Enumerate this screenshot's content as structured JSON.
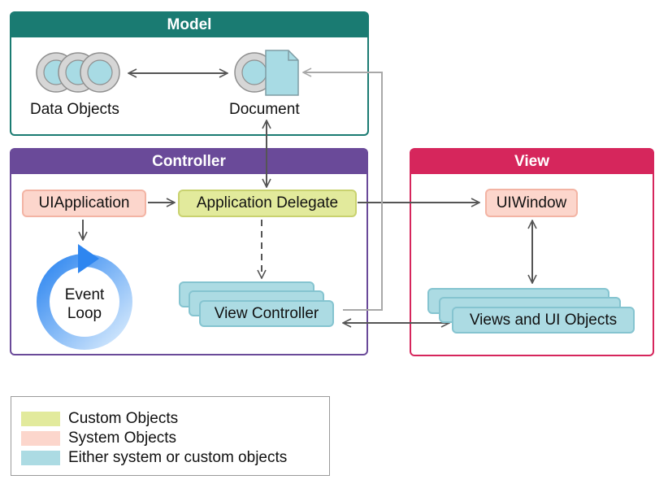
{
  "panels": {
    "model": {
      "title": "Model",
      "color": "#1a7b72"
    },
    "controller": {
      "title": "Controller",
      "color": "#6a4a99"
    },
    "view": {
      "title": "View",
      "color": "#d6265c"
    }
  },
  "nodes": {
    "data_objects": "Data Objects",
    "document": "Document",
    "ui_application": "UIApplication",
    "application_delegate": "Application Delegate",
    "event_loop_line1": "Event",
    "event_loop_line2": "Loop",
    "view_controller": "View Controller",
    "ui_window": "UIWindow",
    "views_and_ui_objects": "Views and UI Objects"
  },
  "legend": {
    "items": [
      {
        "label": "Custom Objects",
        "color": "#e2ea9c"
      },
      {
        "label": "System Objects",
        "color": "#fcd6cc"
      },
      {
        "label": "Either system or custom objects",
        "color": "#acdbe3"
      }
    ]
  }
}
